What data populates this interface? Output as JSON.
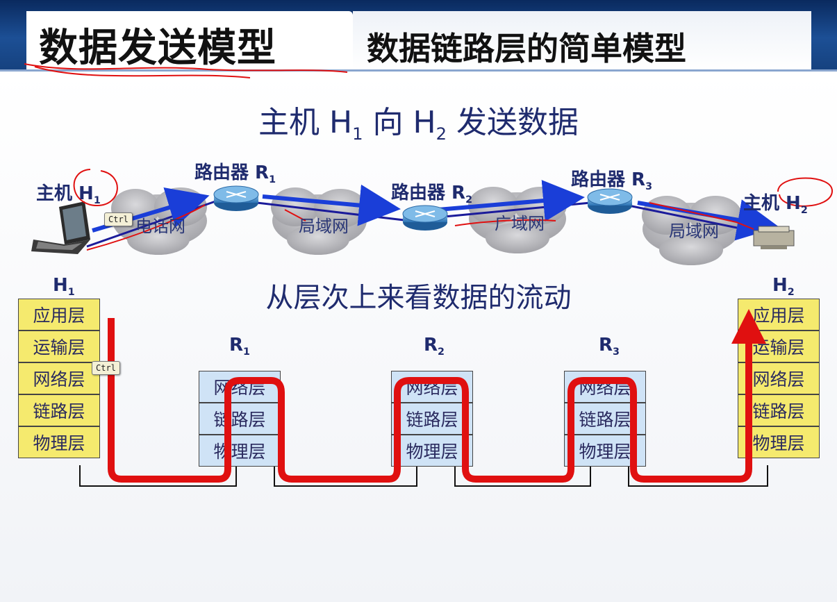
{
  "header": {
    "title": "数据发送模型",
    "subtitle": "数据链路层的简单模型"
  },
  "top_title": {
    "prefix": "主机 H",
    "sub1": "1",
    "mid": " 向 H",
    "sub2": "2",
    "suffix": " 发送数据"
  },
  "mid_title": "从层次上来看数据的流动",
  "network": {
    "host1": {
      "label": "主机 H",
      "sub": "1"
    },
    "host2": {
      "label": "主机 H",
      "sub": "2"
    },
    "routers": [
      {
        "label": "路由器 R",
        "sub": "1"
      },
      {
        "label": "路由器 R",
        "sub": "2"
      },
      {
        "label": "路由器 R",
        "sub": "3"
      }
    ],
    "clouds": [
      "电话网",
      "局域网",
      "广域网",
      "局域网"
    ]
  },
  "stacks": {
    "h1": {
      "label": "H",
      "sub": "1",
      "layers": [
        "应用层",
        "运输层",
        "网络层",
        "链路层",
        "物理层"
      ]
    },
    "h2": {
      "label": "H",
      "sub": "2",
      "layers": [
        "应用层",
        "运输层",
        "网络层",
        "链路层",
        "物理层"
      ]
    },
    "r1": {
      "label": "R",
      "sub": "1",
      "layers": [
        "网络层",
        "链路层",
        "物理层"
      ]
    },
    "r2": {
      "label": "R",
      "sub": "2",
      "layers": [
        "网络层",
        "链路层",
        "物理层"
      ]
    },
    "r3": {
      "label": "R",
      "sub": "3",
      "layers": [
        "网络层",
        "链路层",
        "物理层"
      ]
    }
  },
  "tooltips": [
    "Ctrl",
    "Ctrl"
  ],
  "colors": {
    "header": "#16427f",
    "arrow": "#1a3ed8",
    "flow": "#e01010",
    "router": "#3d8ed0"
  }
}
